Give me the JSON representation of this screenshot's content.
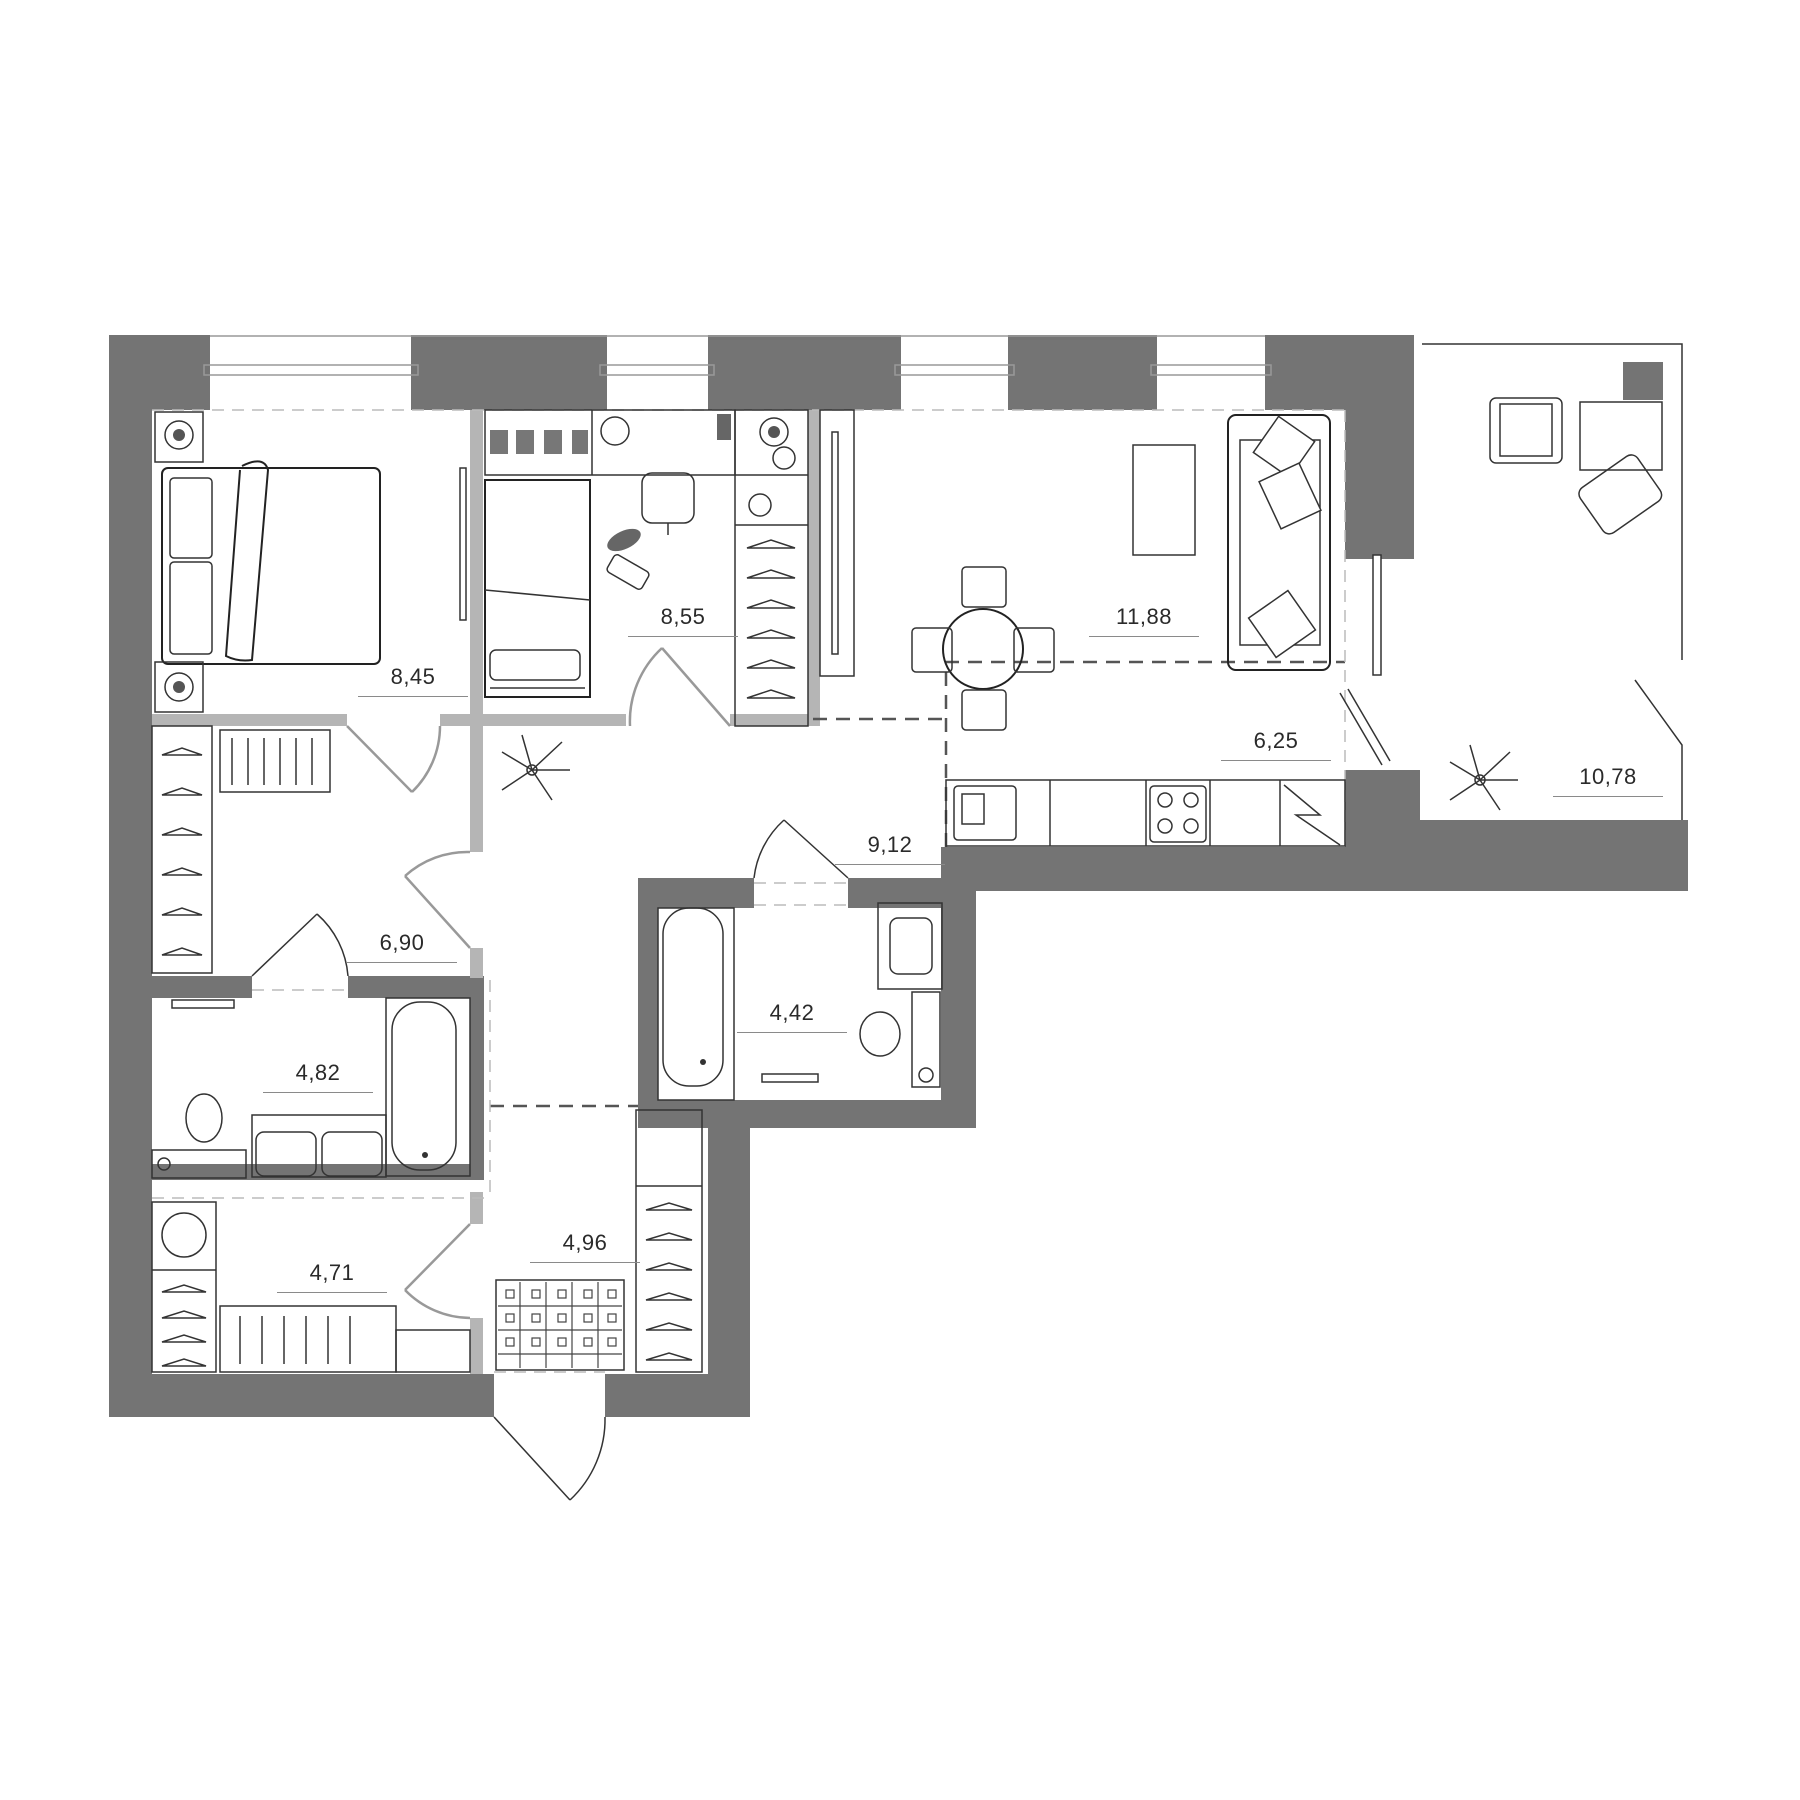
{
  "plan": {
    "title": "Apartment floor plan",
    "wall_color": "#747474",
    "partition_color": "#b5b5b5",
    "rooms": [
      {
        "id": "bedroom-1",
        "area": "8,45"
      },
      {
        "id": "bedroom-2",
        "area": "8,55"
      },
      {
        "id": "living-room",
        "area": "11,88"
      },
      {
        "id": "kitchen",
        "area": "6,25"
      },
      {
        "id": "balcony",
        "area": "10,78"
      },
      {
        "id": "hallway",
        "area": "9,12"
      },
      {
        "id": "hall-closet",
        "area": "6,90"
      },
      {
        "id": "bathroom-2",
        "area": "4,42"
      },
      {
        "id": "bathroom-1",
        "area": "4,82"
      },
      {
        "id": "dressing-room",
        "area": "4,71"
      },
      {
        "id": "entrance-hall",
        "area": "4,96"
      }
    ]
  }
}
